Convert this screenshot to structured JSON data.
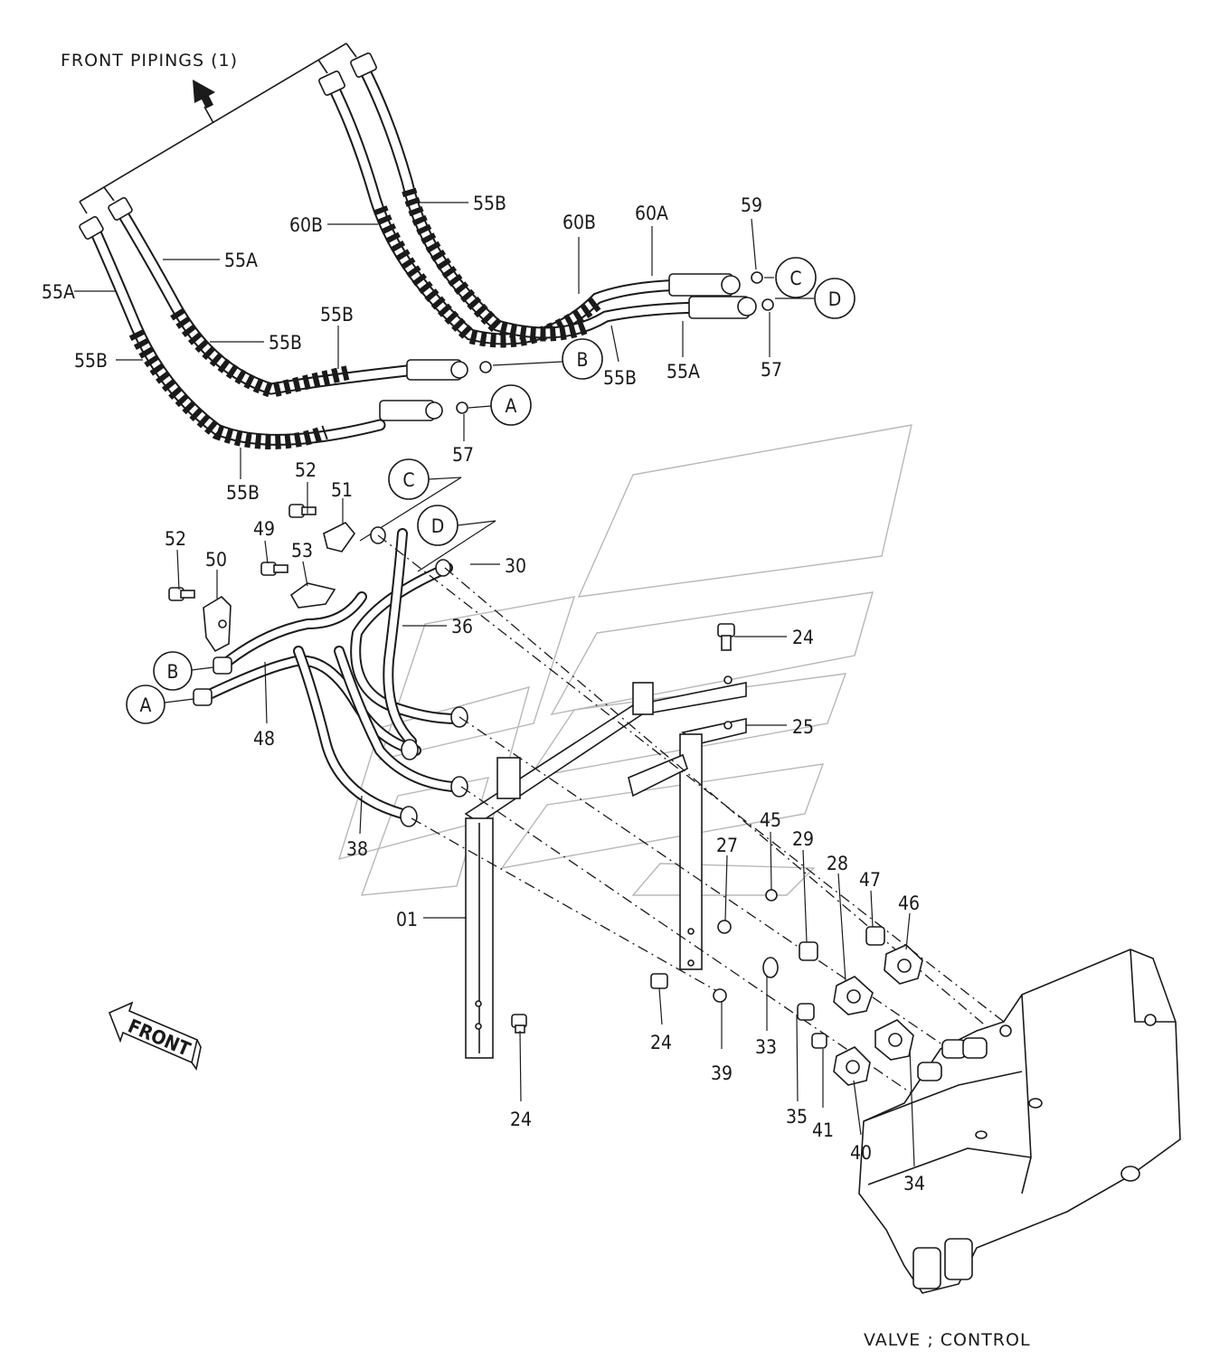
{
  "title": "FRONT  PIPINGS (1)",
  "subtitle": "VALVE ; CONTROL",
  "front_arrow_label": "FRONT",
  "callouts": {
    "A": "A",
    "B": "B",
    "C": "C",
    "D": "D"
  },
  "labels": {
    "l55A_1": "55A",
    "l55A_2": "55A",
    "l55A_3": "55A",
    "l55B_1": "55B",
    "l55B_2": "55B",
    "l55B_3": "55B",
    "l55B_4": "55B",
    "l55B_5": "55B",
    "l55B_6": "55B",
    "l60B_1": "60B",
    "l60B_2": "60B",
    "l60A": "60A",
    "l59": "59",
    "l57_1": "57",
    "l57_2": "57",
    "l52_1": "52",
    "l52_2": "52",
    "l51": "51",
    "l49": "49",
    "l53": "53",
    "l50": "50",
    "l30": "30",
    "l36": "36",
    "l48": "48",
    "l38": "38",
    "l01": "01",
    "l24_1": "24",
    "l24_2": "24",
    "l24_3": "24",
    "l25": "25",
    "l45": "45",
    "l27": "27",
    "l29": "29",
    "l28": "28",
    "l47": "47",
    "l46": "46",
    "l39": "39",
    "l33": "33",
    "l35": "35",
    "l41": "41",
    "l40": "40",
    "l34": "34"
  },
  "icons": [
    "front-direction-arrow-icon",
    "north-arrow-icon"
  ],
  "colors": {
    "ink": "#1a1a1a",
    "watermark": "#b8b8b8",
    "background": "#ffffff"
  }
}
